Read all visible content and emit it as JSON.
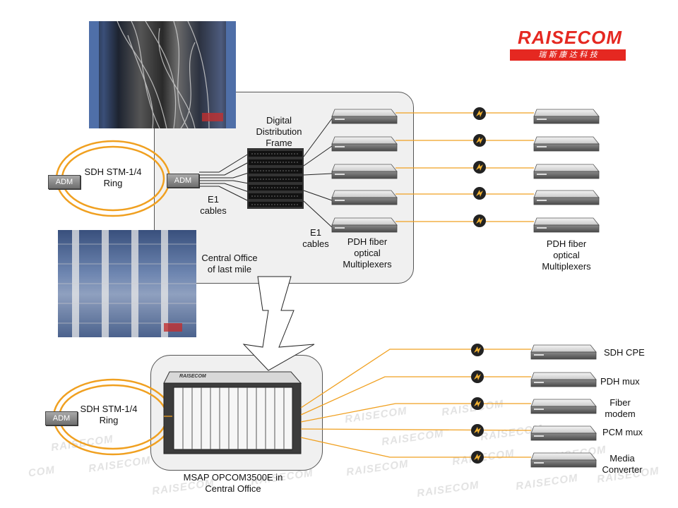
{
  "brand": {
    "logo_text": "RAISECOM",
    "logo_subtext": "瑞 斯 康 达 科 技",
    "color": "#e52821"
  },
  "colors": {
    "fiber": "#f0a020",
    "panel_bg": "#f0f0f0",
    "panel_border": "#555555"
  },
  "top": {
    "ring_label": "SDH STM-1/4\nRing",
    "adm_left": "ADM",
    "adm_right": "ADM",
    "ddf_label": "Digital\nDistribution\nFrame",
    "e1_cables_left": "E1\ncables",
    "e1_cables_right": "E1\ncables",
    "pdh_local_label": "PDH fiber\noptical\nMultiplexers",
    "pdh_remote_label": "PDH fiber\noptical\nMultiplexers",
    "co_label": "Central Office\nof last mile"
  },
  "bottom": {
    "ring_label": "SDH STM-1/4\nRing",
    "adm": "ADM",
    "chassis_brand": "RAISECOM",
    "msap_label": "MSAP OPCOM3500E in\nCentral Office",
    "devices": [
      {
        "label": "SDH CPE"
      },
      {
        "label": "PDH mux"
      },
      {
        "label": "Fiber\nmodem"
      },
      {
        "label": "PCM mux"
      },
      {
        "label": "Media\nConverter"
      }
    ]
  },
  "watermarks": [
    "RAISECOM",
    "COM"
  ],
  "photo_marks": [
    "photo-1",
    "photo-2"
  ]
}
